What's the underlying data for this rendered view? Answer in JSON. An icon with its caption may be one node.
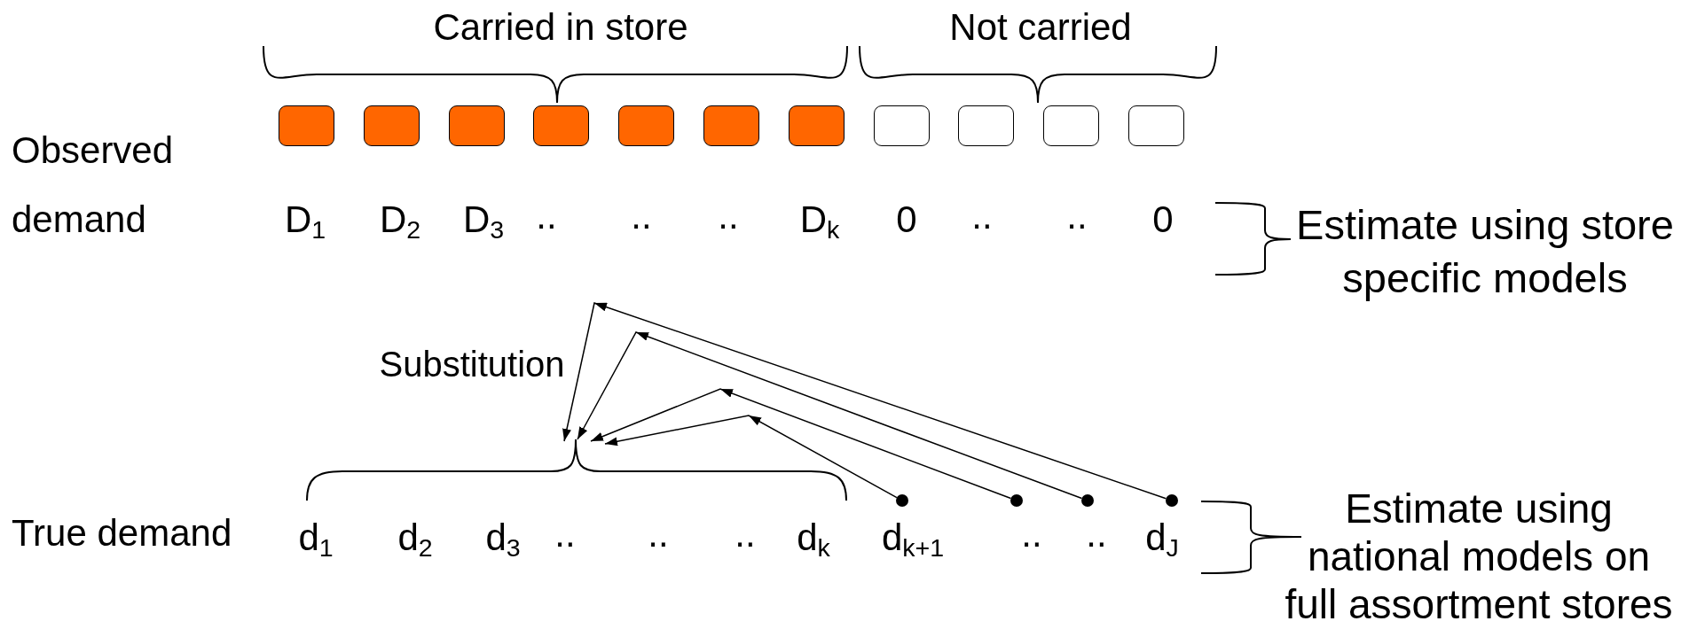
{
  "diagram": {
    "nodes": [
      {
        "text": [],
        "shape": "box"
      },
      {
        "text": [],
        "shape": "box"
      },
      {
        "text": [],
        "shape": "box"
      },
      {
        "text": [],
        "shape": "box"
      },
      {
        "text": [],
        "shape": "box"
      },
      {
        "text": [],
        "shape": "box"
      },
      {
        "text": [],
        "shape": "box"
      },
      {
        "text": [],
        "shape": "box"
      },
      {
        "text": [],
        "shape": "box"
      },
      {
        "text": [],
        "shape": "box"
      },
      {
        "text": [],
        "shape": "box"
      },
      {
        "text": [],
        "shape": "brace"
      },
      {
        "text": [],
        "shape": "circle"
      },
      {
        "text": [],
        "shape": "circle"
      },
      {
        "text": [],
        "shape": "circle"
      },
      {
        "text": [],
        "shape": "circle"
      }
    ],
    "edges": [
      {
        "from": 12,
        "to": 11,
        "arrow": "to"
      },
      {
        "from": 13,
        "to": 11,
        "arrow": "to"
      },
      {
        "from": 14,
        "to": 11,
        "arrow": "to"
      },
      {
        "from": 15,
        "to": 11,
        "arrow": "to"
      }
    ],
    "labels": [
      "Carried in store",
      "Not carried",
      "Observed demand",
      "D$_{1}$",
      "D$_{2}$",
      "D$_{3}$",
      "..",
      "..",
      "..",
      "D$_{k}$",
      "0",
      "..",
      "..",
      "0",
      "Estimate using store specific models",
      "Substitution",
      "True demand",
      "d$_{1}$",
      "d$_{2}$",
      "d$_{3}$",
      "..",
      "..",
      "..",
      "d$_{k}$",
      "d$_{k+1}$",
      "..",
      "..",
      "d$_{J}$",
      "Estimate using national models on full assortment stores"
    ]
  }
}
